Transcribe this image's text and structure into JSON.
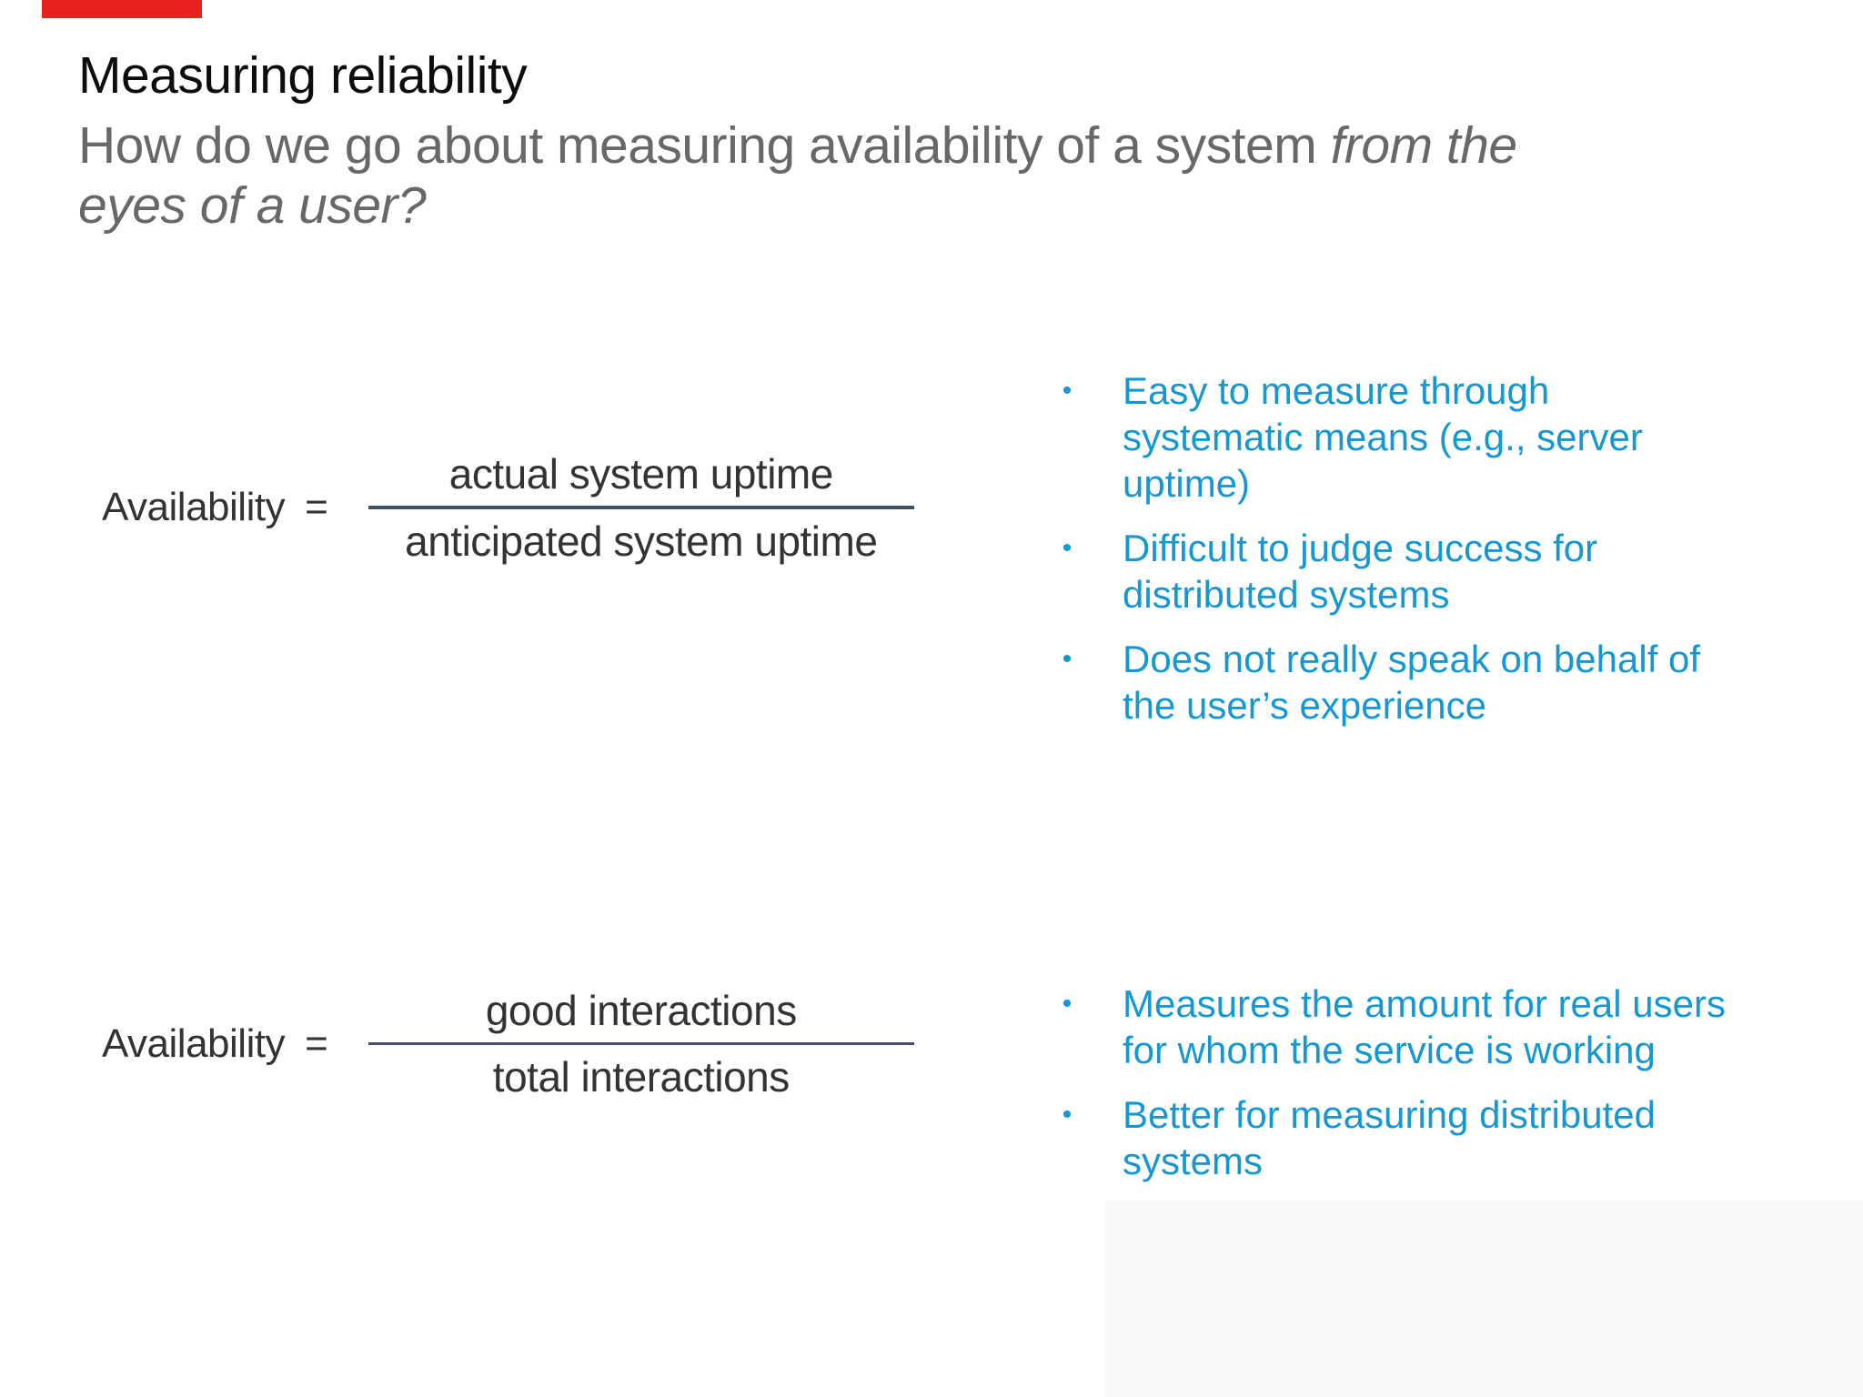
{
  "slide": {
    "accent_color": "#e8231f",
    "bullet_color": "#1697d2",
    "title": "Measuring reliability",
    "subtitle": {
      "line1_regular": "How do we go about measuring availability of a system",
      "line1_italic": "from the",
      "line2_italic": "eyes of a user?"
    },
    "formula1": {
      "label": "Availability",
      "equals": "=",
      "numerator": "actual system uptime",
      "denominator": "anticipated system uptime",
      "line_color": "#42525f"
    },
    "formula2": {
      "label": "Availability",
      "equals": "=",
      "numerator": "good interactions",
      "denominator": "total interactions",
      "line_color": "#434e70"
    },
    "bullets1": {
      "items": [
        {
          "lines": [
            "Easy to measure through",
            "systematic means (e.g., server",
            "uptime)"
          ]
        },
        {
          "lines": [
            "Difficult to judge success for",
            "distributed systems"
          ]
        },
        {
          "lines": [
            "Does not really speak on behalf of",
            "the user’s experience"
          ]
        }
      ]
    },
    "bullets2": {
      "items": [
        {
          "lines": [
            "Measures the amount for real users",
            "for whom the service is working"
          ]
        },
        {
          "lines": [
            "Better for measuring distributed",
            "systems"
          ]
        }
      ]
    },
    "bullet_glyph": "•"
  }
}
